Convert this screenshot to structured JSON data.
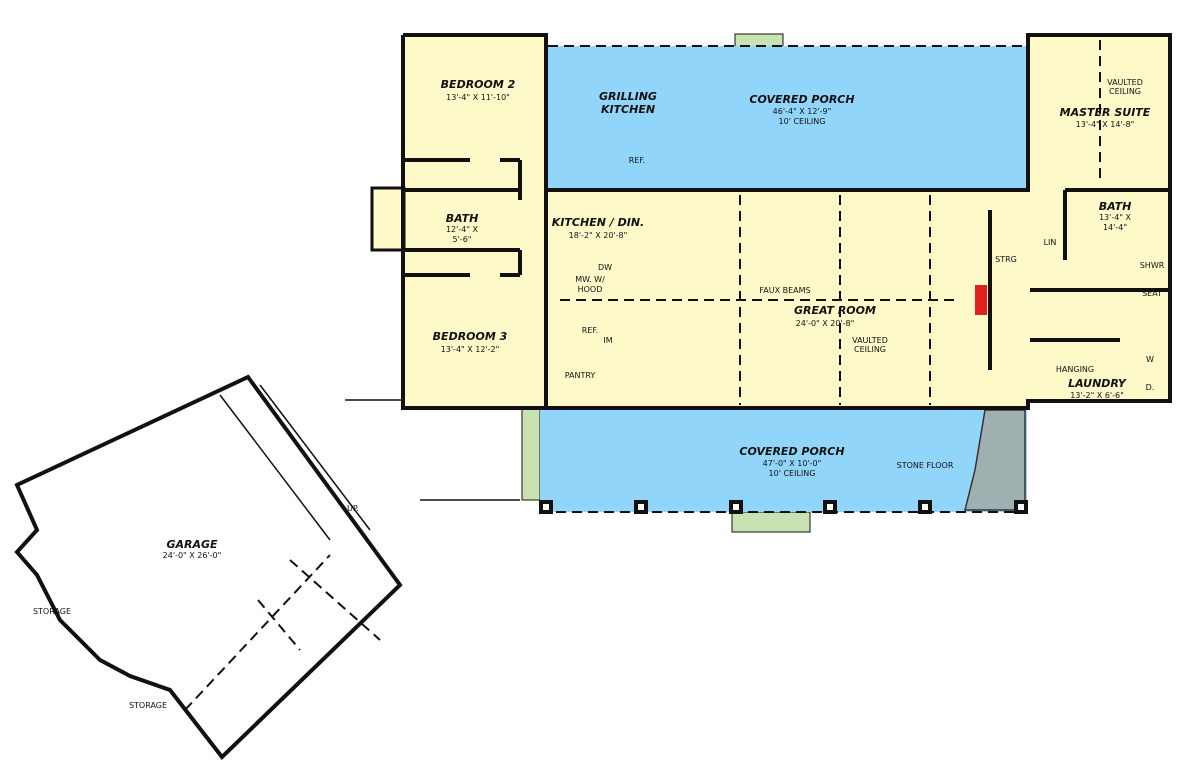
{
  "colors": {
    "interior": "#fdf9c9",
    "porch": "#92d5fb",
    "steps": "#c9e2b4",
    "walls": "#111111",
    "fireplace": "#e0201c"
  },
  "rooms": {
    "bedroom2": {
      "name": "BEDROOM 2",
      "size": "13'-4\" X 11'-10\""
    },
    "bedroom3": {
      "name": "BEDROOM 3",
      "size": "13'-4\" X 12'-2\""
    },
    "bath_left": {
      "name": "BATH",
      "size1": "12'-4\" X",
      "size2": "5'-6\""
    },
    "grilling_kitchen": {
      "name1": "GRILLING",
      "name2": "KITCHEN"
    },
    "covered_porch_rear": {
      "name": "COVERED PORCH",
      "size": "46'-4\" X 12'-9\"",
      "ceiling": "10' CEILING"
    },
    "kitchen_din": {
      "name": "KITCHEN / DIN.",
      "size": "18'-2\" X 20'-8\""
    },
    "great_room": {
      "name": "GREAT ROOM",
      "size": "24'-0\" X 20'-8\"",
      "ceiling1": "VAULTED",
      "ceiling2": "CEILING"
    },
    "master_suite": {
      "name": "MASTER SUITE",
      "size": "13'-4\" X 14'-8\"",
      "ceiling1": "VAULTED",
      "ceiling2": "CEILING"
    },
    "master_bath": {
      "name": "BATH",
      "size1": "13'-4\" X",
      "size2": "14'-4\""
    },
    "laundry": {
      "name": "LAUNDRY",
      "size": "13'-2\" X 6'-6\""
    },
    "covered_porch_front": {
      "name": "COVERED PORCH",
      "size": "47'-0\" X 10'-0\"",
      "ceiling": "10' CEILING"
    },
    "garage": {
      "name": "GARAGE",
      "size": "24'-0\" X 26'-0\""
    }
  },
  "annotations": {
    "ref_porch": "REF.",
    "ref_kitchen": "REF.",
    "dw": "DW",
    "mw1": "MW. W/",
    "mw2": "HOOD",
    "im": "IM",
    "pantry": "PANTRY",
    "faux_beams": "FAUX BEAMS",
    "strg": "STRG",
    "lin": "LIN",
    "shwr": "SHWR",
    "seat": "SEAT",
    "hanging": "HANGING",
    "w": "W",
    "d": "D.",
    "stone_floor": "STONE FLOOR",
    "up": "UP.",
    "storage1": "STORAGE",
    "storage2": "STORAGE"
  }
}
